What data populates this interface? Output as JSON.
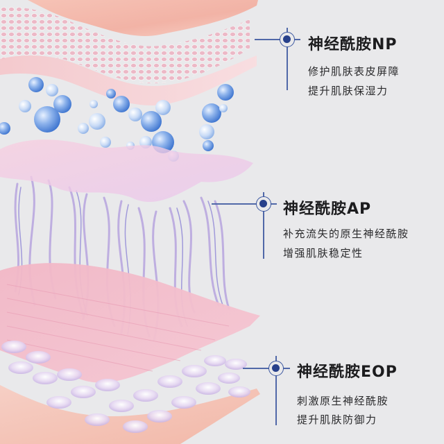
{
  "background_color": "#e9e9eb",
  "accent_color": "#27408b",
  "line_color": "#5068a8",
  "illustration": {
    "description": "3D skin layer cross-section: pink textured top layer, blue moisture bubbles, translucent pink nerve-fibre layer, bottom pink cellular layer"
  },
  "callouts": [
    {
      "title": "神经酰胺NP",
      "lines": [
        "修护肌肤表皮屏障",
        "提升肌肤保湿力"
      ]
    },
    {
      "title": "神经酰胺AP",
      "lines": [
        "补充流失的原生神经酰胺",
        "增强肌肤稳定性"
      ]
    },
    {
      "title": "神经酰胺EOP",
      "lines": [
        "刺激原生神经酰胺",
        "提升肌肤防御力"
      ]
    }
  ]
}
